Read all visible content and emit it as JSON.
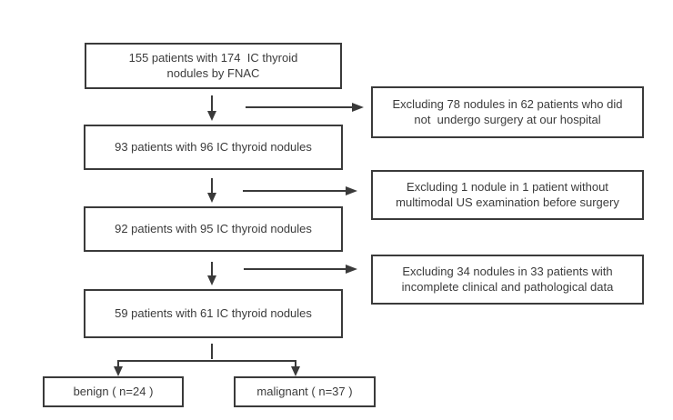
{
  "colors": {
    "line": "#3a3a3a",
    "text": "#3b3b3b",
    "background": "#ffffff"
  },
  "flow": {
    "main_boxes": [
      {
        "name": "fnac-cohort",
        "lines": [
          "155 patients with 174  IC thyroid",
          "nodules by FNAC"
        ]
      },
      {
        "name": "surgery-cohort",
        "lines": [
          "93 patients with 96 IC thyroid nodules"
        ]
      },
      {
        "name": "us-cohort",
        "lines": [
          "92 patients with 95 IC thyroid nodules"
        ]
      },
      {
        "name": "final-cohort",
        "lines": [
          "59 patients with 61 IC thyroid nodules"
        ]
      }
    ],
    "exclusion_boxes": [
      {
        "name": "exclusion-no-surgery",
        "lines": [
          "Excluding 78 nodules in 62 patients who did",
          "not  undergo surgery at our hospital"
        ]
      },
      {
        "name": "exclusion-no-multimodal-us",
        "lines": [
          "Excluding 1 nodule in 1 patient without",
          "multimodal US examination before surgery"
        ]
      },
      {
        "name": "exclusion-incomplete-data",
        "lines": [
          "Excluding 34 nodules in 33 patients with",
          "incomplete clinical and pathological data"
        ]
      }
    ],
    "outcome_boxes": [
      {
        "name": "benign",
        "label": "benign ( n=24 )"
      },
      {
        "name": "malignant",
        "label": "malignant ( n=37 )"
      }
    ]
  }
}
